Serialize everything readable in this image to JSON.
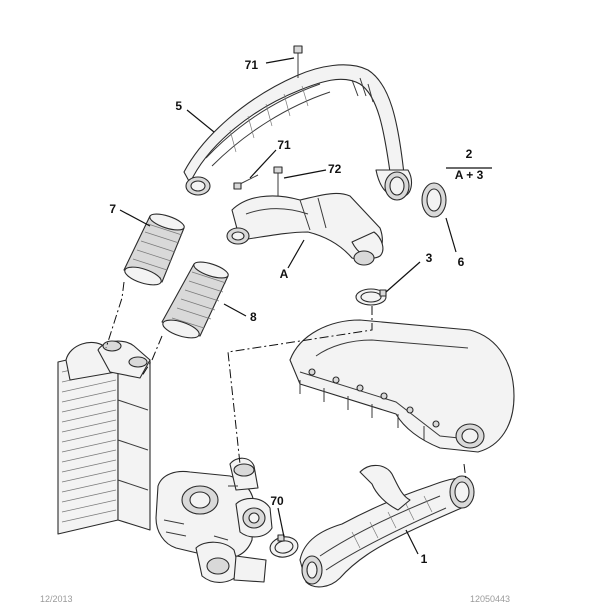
{
  "callouts": {
    "c71a": "71",
    "c5": "5",
    "c71b": "71",
    "c72": "72",
    "c2": "2",
    "cAplus3": "A + 3",
    "c7": "7",
    "c6": "6",
    "c3": "3",
    "cA": "A",
    "c8": "8",
    "c70": "70",
    "c1": "1"
  },
  "footer": {
    "left_code": "12/2013",
    "right_code": "12050443"
  }
}
